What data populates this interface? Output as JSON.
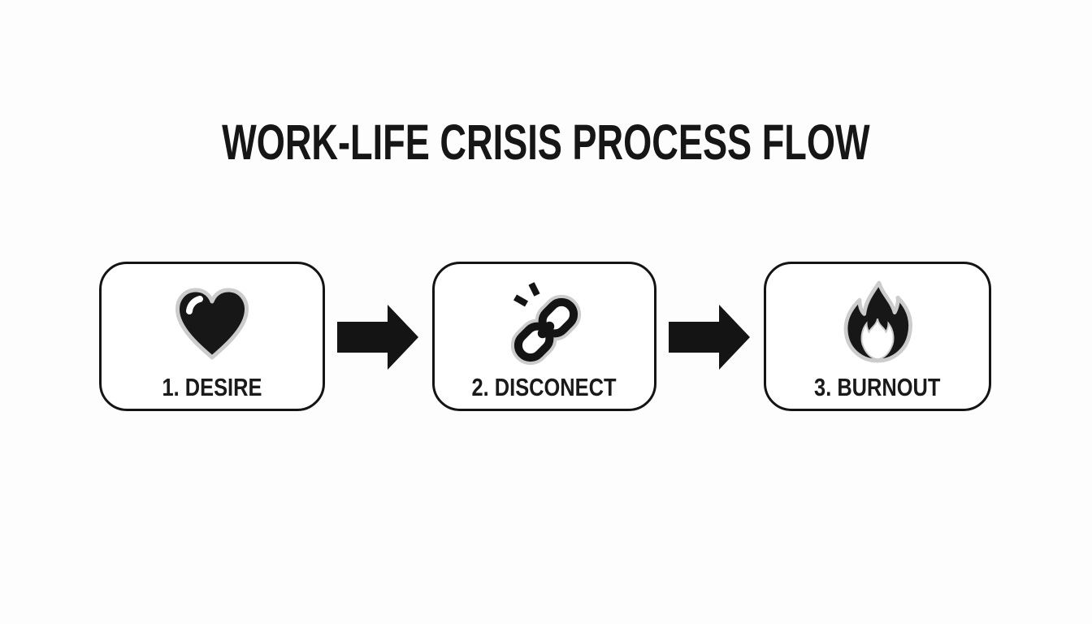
{
  "title": "WORK-LIFE CRISIS PROCESS FLOW",
  "colors": {
    "ink": "#141414",
    "sticker_outline": "#cccccc",
    "background": "#fdfdfd",
    "box_fill": "#ffffff"
  },
  "steps": [
    {
      "label": "1. DESIRE",
      "icon": "heart-icon"
    },
    {
      "label": "2. DISCONECT",
      "icon": "broken-chain-icon"
    },
    {
      "label": "3. BURNOUT",
      "icon": "flame-icon"
    }
  ],
  "connectors": [
    {
      "icon": "arrow-right-icon"
    },
    {
      "icon": "arrow-right-icon"
    }
  ]
}
